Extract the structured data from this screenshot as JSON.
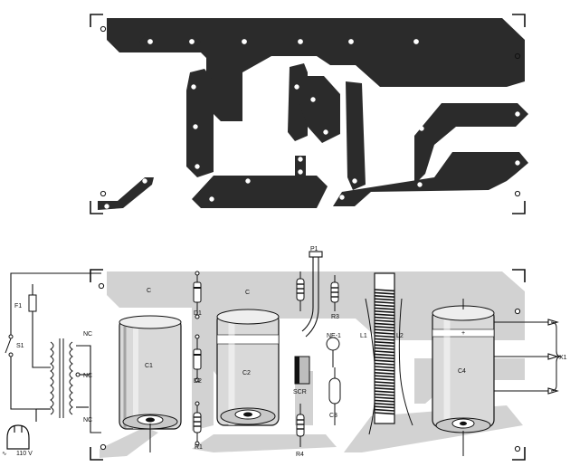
{
  "labels": {
    "f1": "F1",
    "s1": "S1",
    "nc_top": "NC",
    "nc_mid": "NC",
    "nc_bot": "NC",
    "mains": "110 V",
    "c_left": "C",
    "c1": "C1",
    "c_mid": "C",
    "c2": "C2",
    "d1": "D1",
    "d2": "D2",
    "r1": "R1",
    "p1": "P1",
    "r3": "R3",
    "ne1": "NE-1",
    "scr": "SCR",
    "c3": "C3",
    "r4": "R4",
    "l1": "L1",
    "l2": "L2",
    "c4": "C4",
    "x1": "X1",
    "plus": "+"
  },
  "colors": {
    "copper": "#2b2b2b",
    "board_trace": "#d2d2d2",
    "ink": "#111111",
    "paper": "#ffffff"
  }
}
